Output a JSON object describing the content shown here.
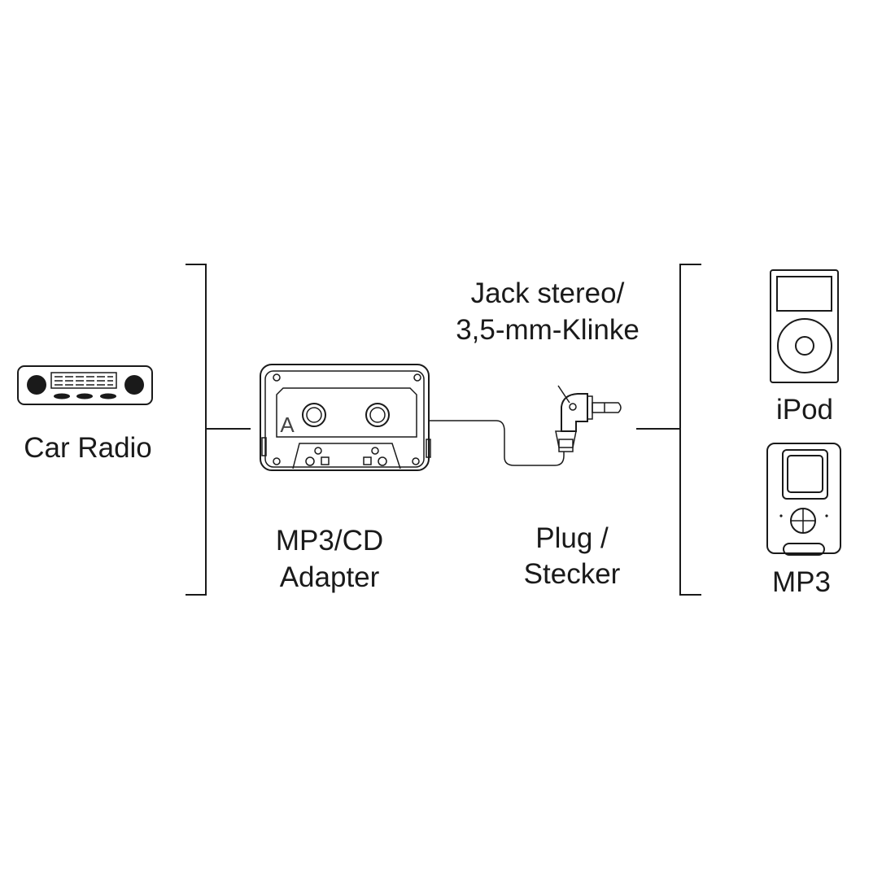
{
  "labels": {
    "car_radio": "Car Radio",
    "adapter_line1": "MP3/CD",
    "adapter_line2": "Adapter",
    "jack_line1": "Jack stereo/",
    "jack_line2": "3,5-mm-Klinke",
    "plug_line1": "Plug /",
    "plug_line2": "Stecker",
    "ipod": "iPod",
    "mp3": "MP3",
    "cassette_side": "A"
  },
  "colors": {
    "stroke": "#1a1a1a",
    "background": "#ffffff"
  }
}
